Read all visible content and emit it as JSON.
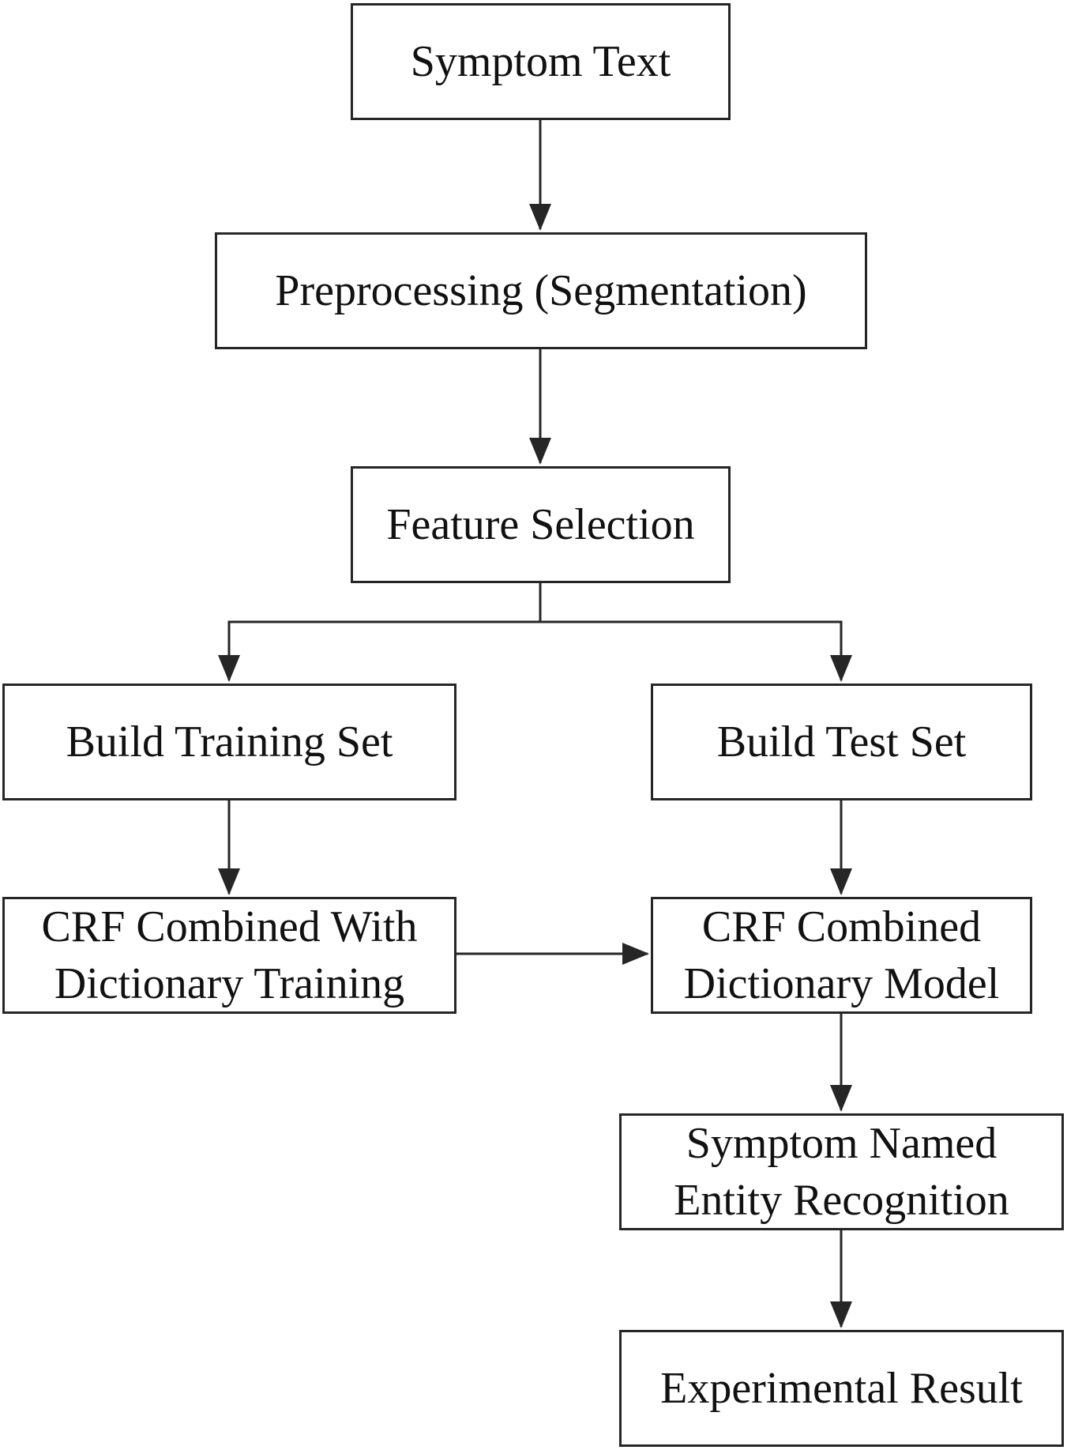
{
  "diagram": {
    "nodes": {
      "symptom_text": "Symptom Text",
      "preprocessing": "Preprocessing (Segmentation)",
      "feature_selection": "Feature Selection",
      "build_training_set": "Build Training Set",
      "build_test_set": "Build Test Set",
      "crf_training": [
        "CRF Combined With",
        "Dictionary Training"
      ],
      "crf_model": [
        "CRF Combined",
        "Dictionary Model"
      ],
      "ner": [
        "Symptom Named",
        "Entity Recognition"
      ],
      "experimental_result": "Experimental Result"
    },
    "edges": [
      [
        "symptom_text",
        "preprocessing"
      ],
      [
        "preprocessing",
        "feature_selection"
      ],
      [
        "feature_selection",
        "build_training_set"
      ],
      [
        "feature_selection",
        "build_test_set"
      ],
      [
        "build_training_set",
        "crf_training"
      ],
      [
        "build_test_set",
        "crf_model"
      ],
      [
        "crf_training",
        "crf_model"
      ],
      [
        "crf_model",
        "ner"
      ],
      [
        "ner",
        "experimental_result"
      ]
    ],
    "colors": {
      "line": "#262626",
      "text": "#111111",
      "background": "#ffffff"
    }
  }
}
